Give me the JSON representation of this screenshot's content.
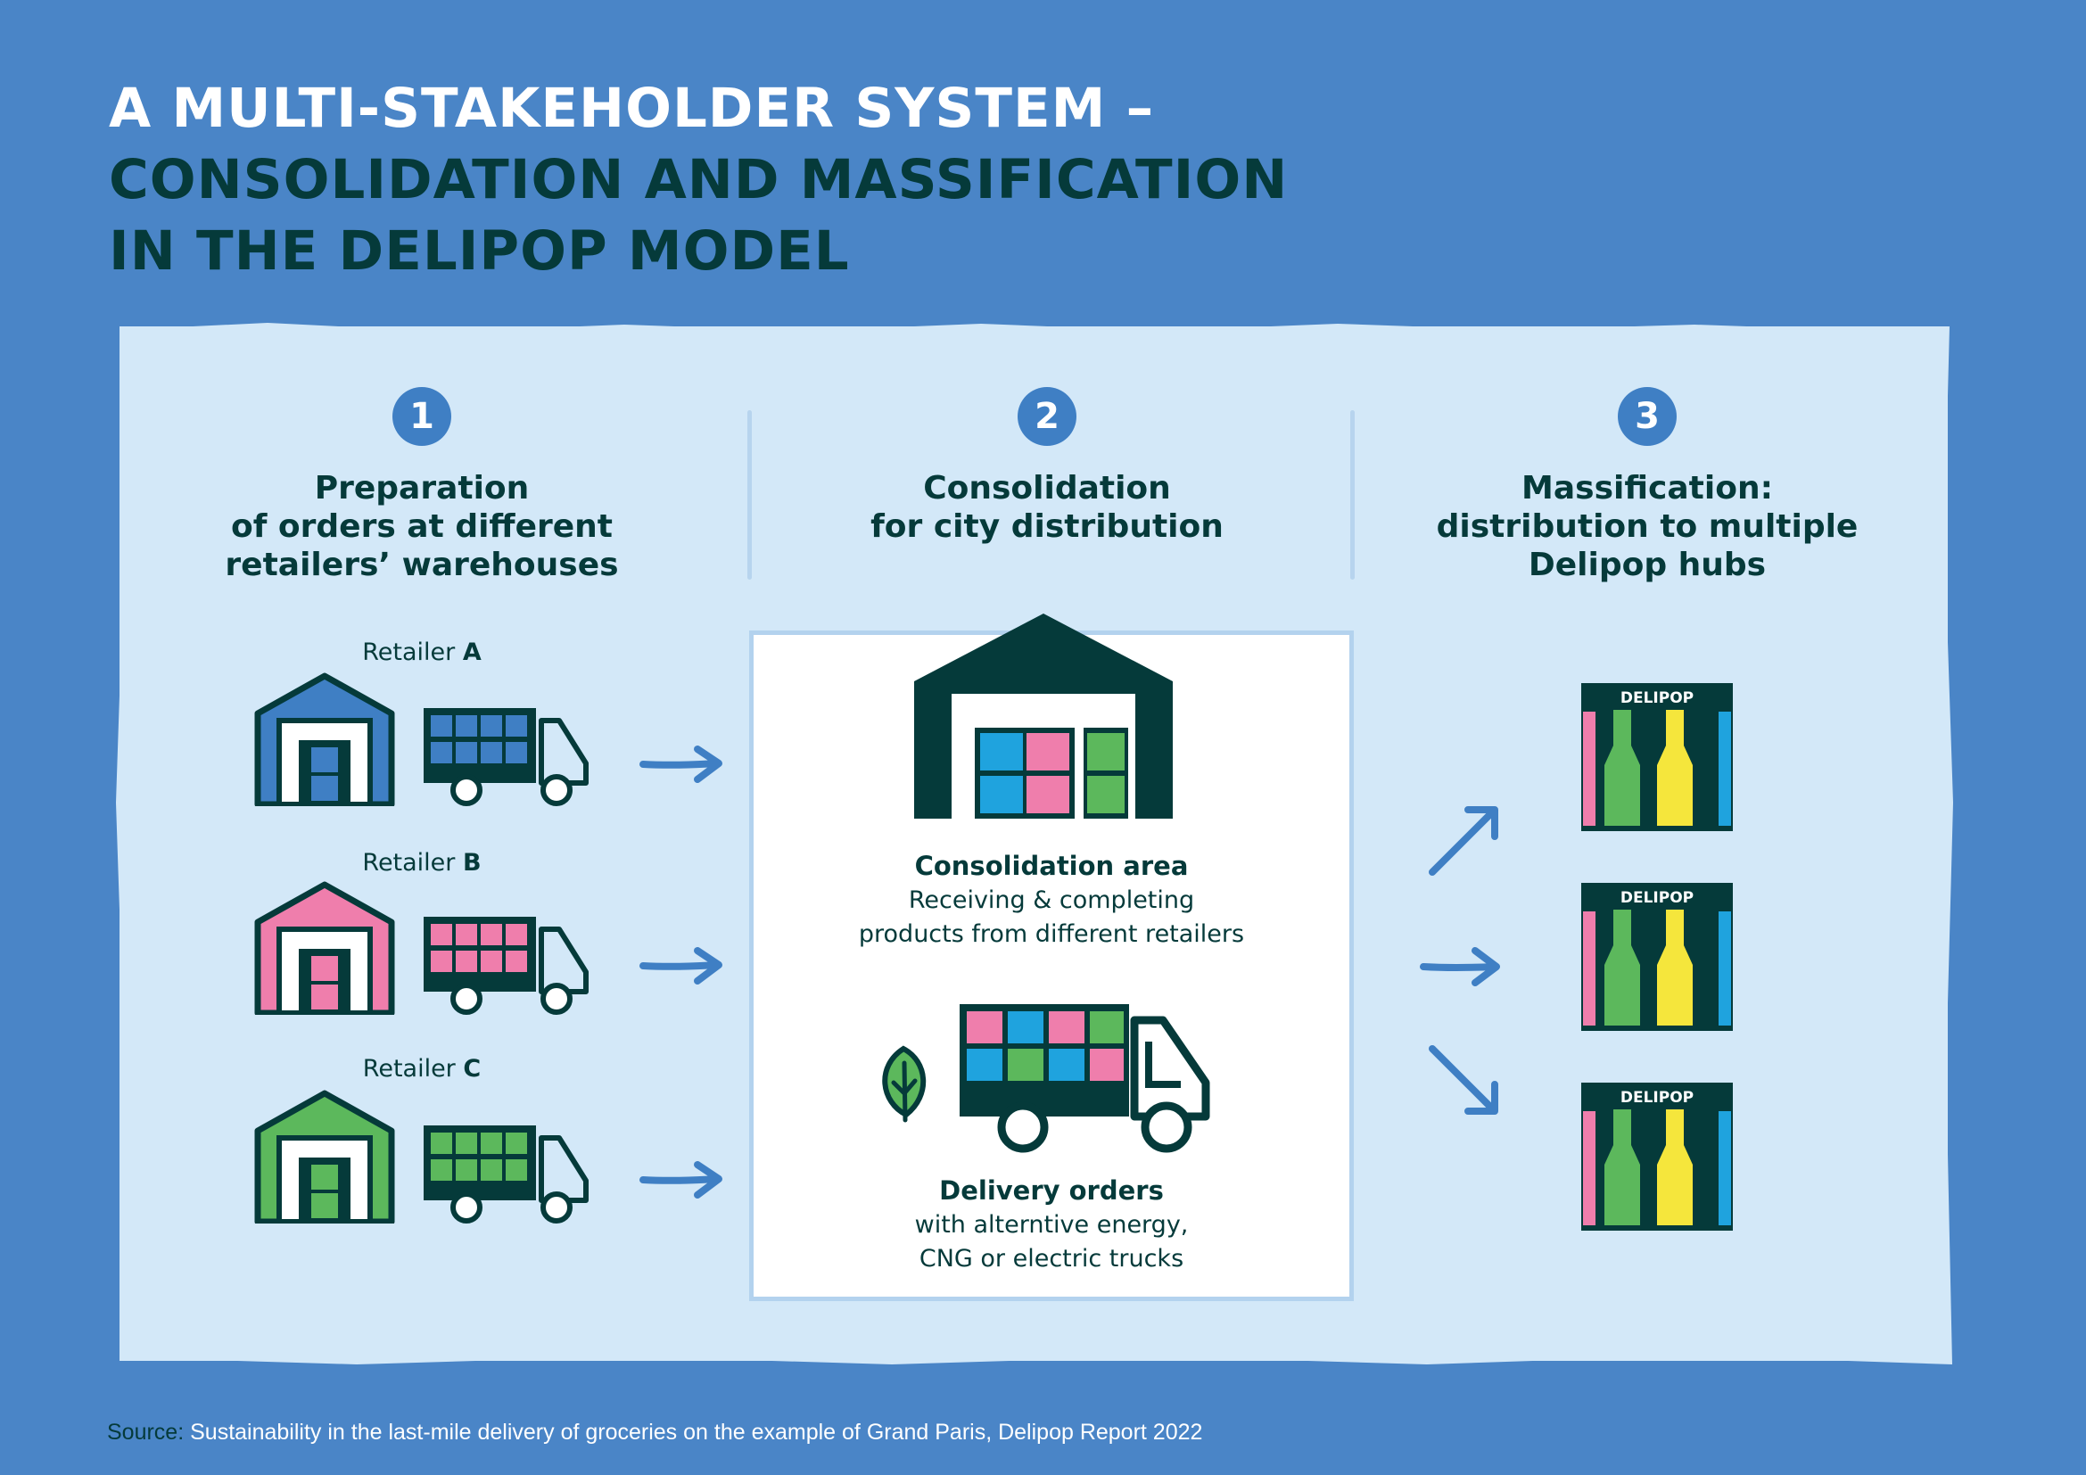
{
  "title": {
    "line1": "A MULTI-STAKEHOLDER SYSTEM –",
    "line2": "CONSOLIDATION AND MASSIFICATION",
    "line3": "IN THE DELIPOP MODEL"
  },
  "columns": [
    {
      "number": "1",
      "heading": "Preparation\nof orders at different\nretailers’ warehouses"
    },
    {
      "number": "2",
      "heading": "Consolidation\nfor city distribution"
    },
    {
      "number": "3",
      "heading": "Massification:\ndistribution to multiple\nDelipop hubs"
    }
  ],
  "retailers": [
    {
      "label": "Retailer",
      "letter": "A",
      "color": "#3f7fc4"
    },
    {
      "label": "Retailer",
      "letter": "B",
      "color": "#ef7eac"
    },
    {
      "label": "Retailer",
      "letter": "C",
      "color": "#5cb85c"
    }
  ],
  "consolidation": {
    "area_title": "Consolidation area",
    "area_text": "Receiving & completing\nproducts from different retailers",
    "delivery_title": "Delivery orders",
    "delivery_text": "with alterntive energy,\nCNG or electric trucks"
  },
  "hubs": [
    {
      "brand": "DELIPOP"
    },
    {
      "brand": "DELIPOP"
    },
    {
      "brand": "DELIPOP"
    }
  ],
  "colors": {
    "background": "#4a85c7",
    "panel": "#d3e8f8",
    "dark": "#053a3a",
    "blue": "#3f7fc4",
    "pink": "#ef7eac",
    "green": "#5cb85c",
    "cyan": "#1fa3de",
    "yellow": "#f5e63c"
  },
  "source": {
    "label": "Source:",
    "text": " Sustainability in the last-mile delivery of groceries on the example of Grand Paris, Delipop Report 2022"
  }
}
